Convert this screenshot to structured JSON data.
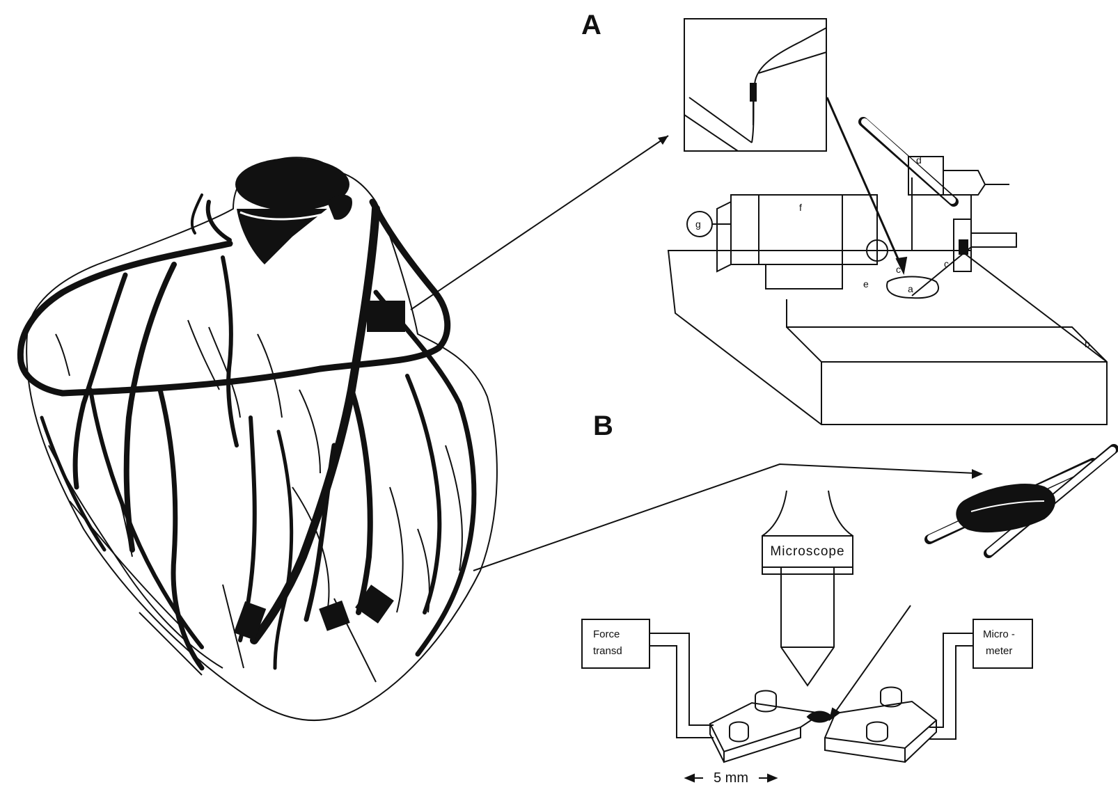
{
  "panels": {
    "a": {
      "letter": "A"
    },
    "b": {
      "letter": "B"
    }
  },
  "apparatus_a": {
    "labels": [
      "a",
      "b",
      "c",
      "c",
      "d",
      "e",
      "f",
      "g"
    ]
  },
  "apparatus_b": {
    "microscope": "Microscope",
    "force_transducer": [
      "Force",
      "transd"
    ],
    "micrometer": [
      "Micro -",
      "meter"
    ],
    "scale": "5 mm"
  },
  "colors": {
    "ink": "#111111",
    "background": "#ffffff"
  }
}
